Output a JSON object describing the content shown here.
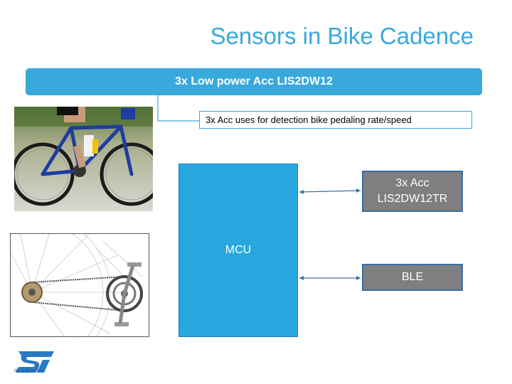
{
  "slide": {
    "title": "Sensors in Bike Cadence",
    "banner": "3x Low power Acc LIS2DW12",
    "note": "3x Acc uses for detection bike pedaling rate/speed"
  },
  "diagram": {
    "mcu_label": "MCU",
    "acc_line1": "3x Acc",
    "acc_line2": "LIS2DW12TR",
    "ble_label": "BLE"
  },
  "logo": {
    "tagline": "life.augmented"
  },
  "colors": {
    "accent": "#39a9dc",
    "mcu": "#29a8e0",
    "block_gray": "#7f7f7f",
    "block_border": "#3a6ea5"
  },
  "images": [
    "cyclist-photo",
    "bike-drivetrain-photo"
  ]
}
